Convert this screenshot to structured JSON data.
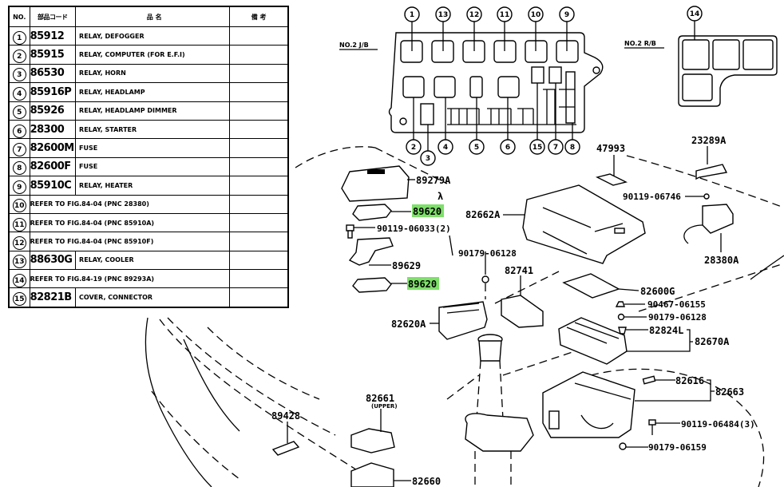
{
  "table": {
    "headers": [
      "NO.",
      "部品コード",
      "品 名",
      "備 考"
    ],
    "rows": [
      {
        "no": "1",
        "code": "85912",
        "name": "RELAY, DEFOGGER"
      },
      {
        "no": "2",
        "code": "85915",
        "name": "RELAY, COMPUTER (FOR E.F.I)"
      },
      {
        "no": "3",
        "code": "86530",
        "name": "RELAY, HORN"
      },
      {
        "no": "4",
        "code": "85916P",
        "name": "RELAY, HEADLAMP"
      },
      {
        "no": "5",
        "code": "85926",
        "name": "RELAY, HEADLAMP DIMMER"
      },
      {
        "no": "6",
        "code": "28300",
        "name": "RELAY, STARTER"
      },
      {
        "no": "7",
        "code": "82600M",
        "name": "FUSE"
      },
      {
        "no": "8",
        "code": "82600F",
        "name": "FUSE"
      },
      {
        "no": "9",
        "code": "85910C",
        "name": "RELAY, HEATER"
      },
      {
        "no": "10",
        "refer": "REFER TO FIG.84-04  (PNC 28380)"
      },
      {
        "no": "11",
        "refer": "REFER TO FIG.84-04  (PNC 85910A)"
      },
      {
        "no": "12",
        "refer": "REFER TO FIG.84-04  (PNC 85910F)"
      },
      {
        "no": "13",
        "code": "88630G",
        "name": "RELAY, COOLER"
      },
      {
        "no": "14",
        "refer": "REFER TO FIG.84-19  (PNC 89293A)"
      },
      {
        "no": "15",
        "code": "82821B",
        "name": "COVER, CONNECTOR"
      }
    ]
  },
  "junction_block": {
    "label": "NO.2 J/B",
    "top_callouts": [
      "1",
      "13",
      "12",
      "11",
      "10",
      "9"
    ],
    "bottom_callouts": [
      "2",
      "3",
      "4",
      "5",
      "6",
      "15",
      "7",
      "8"
    ]
  },
  "relay_block": {
    "label": "NO.2 R/B",
    "callout": "14"
  },
  "highlight_color": "#7ee06a",
  "part_labels": {
    "p89279A": "89279A",
    "lambda": "λ",
    "p89620_a": "89620",
    "p90119_06033": "90119-06033(2)",
    "p89629": "89629",
    "p89620_b": "89620",
    "p90179_06128_a": "90179-06128",
    "p82662A": "82662A",
    "p47993": "47993",
    "p23289A": "23289A",
    "p90119_06746": "90119-06746",
    "p28380A": "28380A",
    "p82741": "82741",
    "p82620A": "82620A",
    "p82600G": "82600G",
    "p90467_06155": "90467-06155",
    "p90179_06128_b": "90179-06128",
    "p82824L": "82824L",
    "p82670A": "82670A",
    "p82616": "82616",
    "p82663": "82663",
    "p90119_06484": "90119-06484(3)",
    "p90179_06159": "90179-06159",
    "p89428": "89428",
    "p82661": "82661",
    "p82661_note": "(UPPER)",
    "p82660": "82660"
  }
}
